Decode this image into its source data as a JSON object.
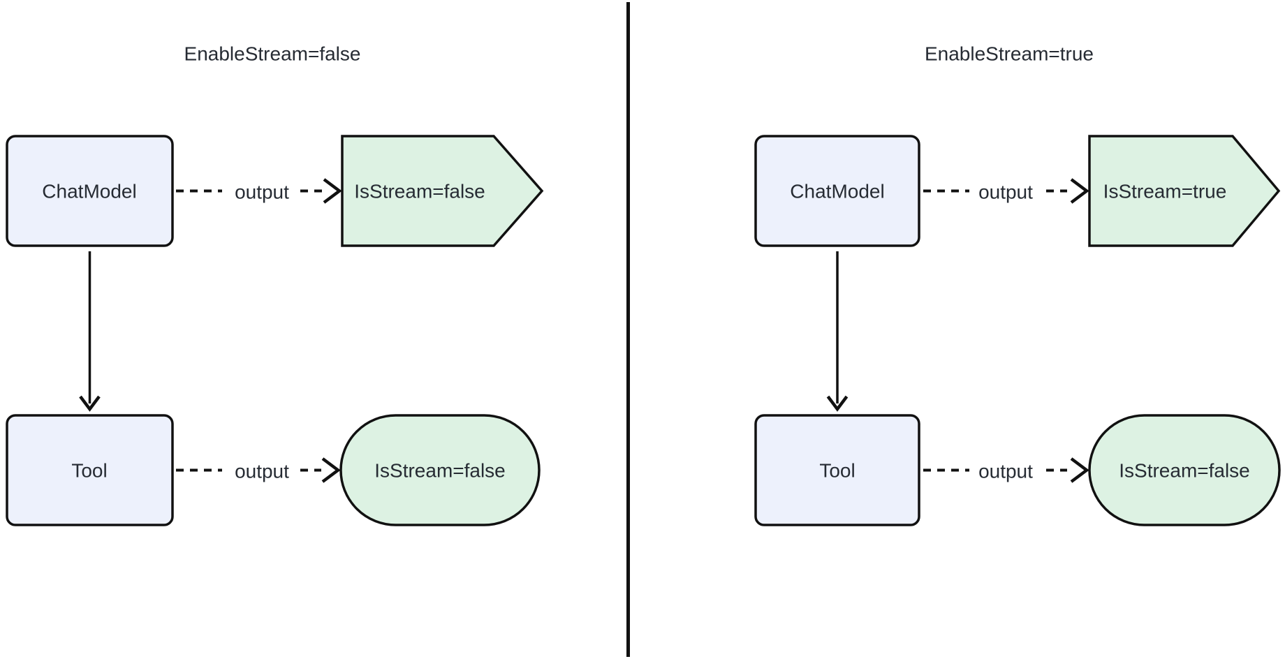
{
  "diagram": {
    "description": "Two-panel flowchart comparing streaming behavior",
    "colors": {
      "background": "#ffffff",
      "node_fill": "#edf1fc",
      "node_stroke": "#111111",
      "result_fill": "#ddf2e3",
      "result_stroke": "#111111",
      "edge": "#111111",
      "text": "#262b33",
      "divider": "#111111"
    },
    "panels": [
      {
        "title": "EnableStream=false",
        "nodes": {
          "chat_model": "ChatModel",
          "tool": "Tool",
          "chat_result": "IsStream=false",
          "tool_result": "IsStream=false"
        },
        "edges": {
          "chat_output_label": "output",
          "tool_output_label": "output"
        }
      },
      {
        "title": "EnableStream=true",
        "nodes": {
          "chat_model": "ChatModel",
          "tool": "Tool",
          "chat_result": "IsStream=true",
          "tool_result": "IsStream=false"
        },
        "edges": {
          "chat_output_label": "output",
          "tool_output_label": "output"
        }
      }
    ]
  }
}
